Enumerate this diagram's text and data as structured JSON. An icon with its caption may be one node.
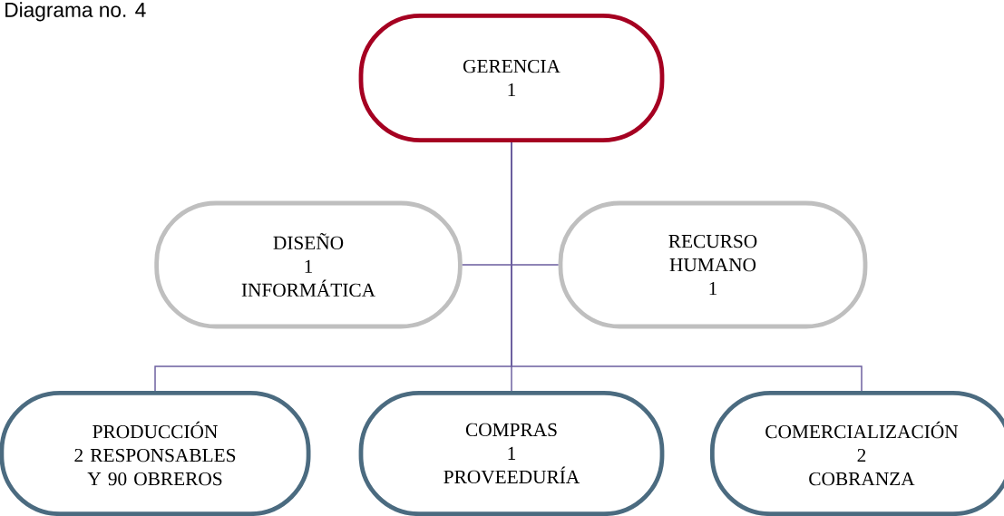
{
  "diagram": {
    "title": "Diagrama no. 4",
    "nodes": [
      {
        "text": [
          "GERENCIA",
          "1"
        ]
      },
      {
        "text": [
          "DISEÑO",
          "1",
          "INFORMÁTICA"
        ]
      },
      {
        "text": [
          "RECURSO HUMANO",
          "1"
        ]
      },
      {
        "text": [
          "PRODUCCIÓN",
          "2 RESPONSABLES Y 90 OBREROS"
        ]
      },
      {
        "text": [
          "COMPRAS",
          "1",
          "PROVEEDURÍA"
        ]
      },
      {
        "text": [
          "COMERCIALIZACIÓN",
          "2",
          "COBRANZA"
        ]
      }
    ],
    "edges": [
      {
        "from": 0,
        "to": 1,
        "arrow": "none"
      },
      {
        "from": 0,
        "to": 2,
        "arrow": "none"
      },
      {
        "from": 0,
        "to": 3,
        "arrow": "none"
      },
      {
        "from": 0,
        "to": 4,
        "arrow": "none"
      },
      {
        "from": 0,
        "to": 5,
        "arrow": "none"
      }
    ]
  }
}
